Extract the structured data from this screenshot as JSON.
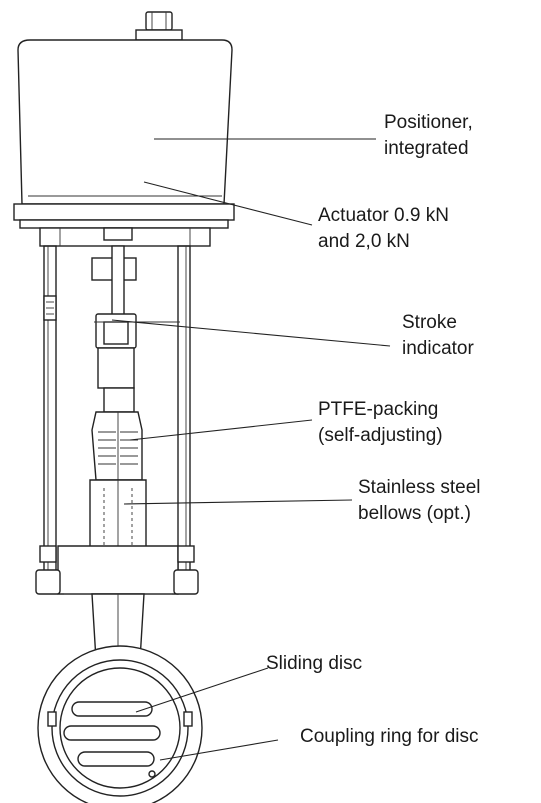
{
  "labels": {
    "positioner": {
      "line1": "Positioner,",
      "line2": "integrated"
    },
    "actuator": {
      "line1": "Actuator 0.9 kN",
      "line2": "and 2,0 kN"
    },
    "stroke": {
      "line1": "Stroke",
      "line2": "indicator"
    },
    "packing": {
      "line1": "PTFE-packing",
      "line2": "(self-adjusting)"
    },
    "bellows": {
      "line1": "Stainless steel",
      "line2": "bellows (opt.)"
    },
    "disc": {
      "line1": "Sliding disc"
    },
    "ring": {
      "line1": "Coupling ring for disc"
    }
  },
  "colors": {
    "line": "#222222",
    "background": "#ffffff"
  }
}
